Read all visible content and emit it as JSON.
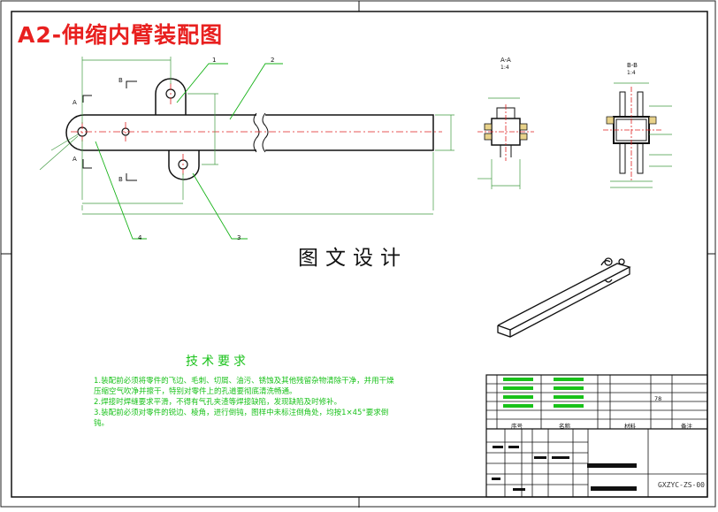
{
  "drawing": {
    "title": "A2-伸缩内臂装配图",
    "watermark": "图文设计",
    "tech_requirements": {
      "heading": "技术要求",
      "items": [
        "1.装配前必须将零件的飞边、毛刺、切屑、油污、锈蚀及其他残留杂物清除干净，并用干燥压缩空气吹净并擦干，特别对零件上的孔道要彻底清洗畅通。",
        "2.焊接时焊缝要求平滑，不得有气孔夹渣等焊接缺陷，发现缺陷及时修补。",
        "3.装配前必须对零件的锐边、棱角，进行倒钝，图样中未标注倒角处，均按1×45°要求倒钝。"
      ]
    },
    "section_labels": {
      "aa": "A-A",
      "bb": "B-B",
      "aa_scale": "1:4",
      "bb_scale": "1:4"
    },
    "part_callouts": [
      "1",
      "2",
      "3",
      "4"
    ],
    "view_markers": {
      "a": "A",
      "b": "B"
    },
    "title_block": {
      "header": [
        "序号",
        "名称",
        "材料",
        "备注"
      ],
      "drawing_code": "GXZYC-ZS-00",
      "scale": "78"
    }
  },
  "colors": {
    "title": "#e8201f",
    "outline": "#111111",
    "dimension": "#3f9a3f",
    "centerline": "#e02020",
    "callout": "#19b31a",
    "tech_text": "#19c21a",
    "highlight": "#e8d28a"
  }
}
